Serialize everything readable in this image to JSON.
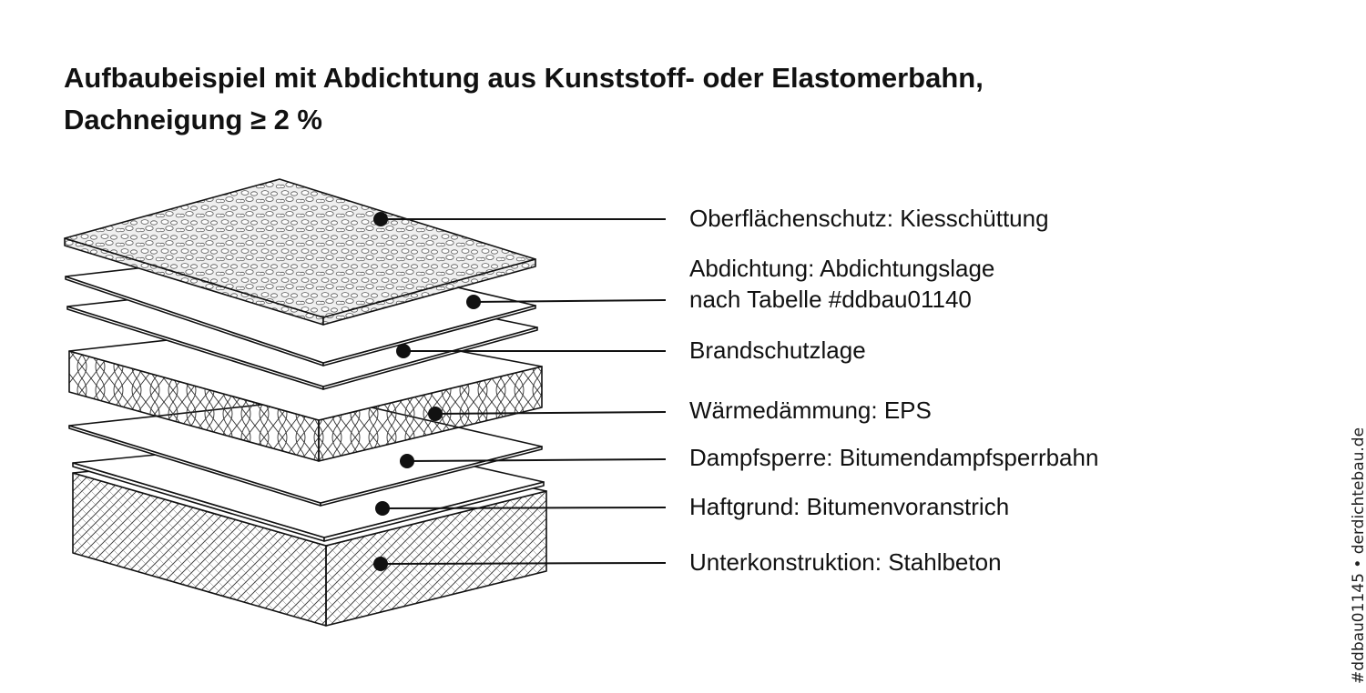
{
  "title": {
    "line1": "Aufbaubeispiel mit Abdichtung aus Kunststoff- oder Elastomerbahn,",
    "line2": "Dachneigung ≥ 2 %"
  },
  "layers": [
    {
      "id": "kies",
      "label_lines": [
        "Oberflächenschutz: Kiesschüttung"
      ]
    },
    {
      "id": "abdichtung",
      "label_lines": [
        "Abdichtung: Abdichtungslage",
        "nach Tabelle #ddbau01140"
      ]
    },
    {
      "id": "brandschutz",
      "label_lines": [
        "Brandschutzlage"
      ]
    },
    {
      "id": "daemmung",
      "label_lines": [
        "Wärmedämmung: EPS"
      ]
    },
    {
      "id": "dampfsperre",
      "label_lines": [
        "Dampfsperre: Bitumendampfsperrbahn"
      ]
    },
    {
      "id": "haftgrund",
      "label_lines": [
        "Haftgrund: Bitumenvoranstrich"
      ]
    },
    {
      "id": "unterkonstruktion",
      "label_lines": [
        "Unterkonstruktion: Stahlbeton"
      ]
    }
  ],
  "credit": "#ddbau01145 • derdichtebau.de",
  "colors": {
    "ink": "#111111",
    "background": "#ffffff",
    "gravel_fill": "#efefef"
  }
}
